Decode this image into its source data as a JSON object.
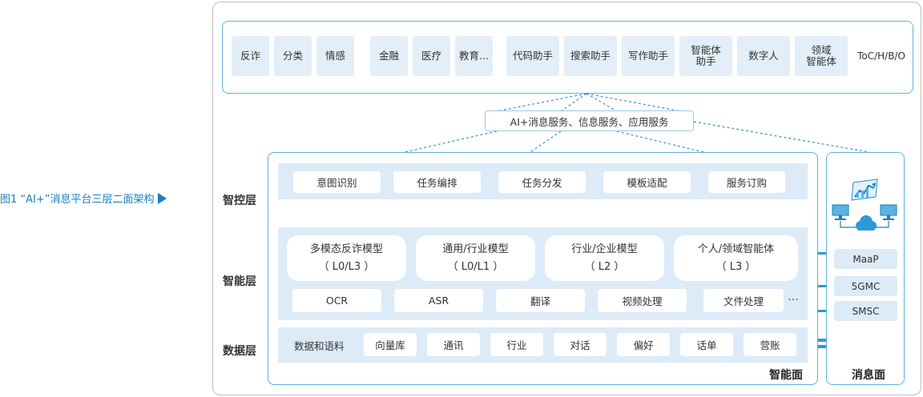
{
  "caption": "图1 “AI+”消息平台三层二面架构",
  "apps": {
    "group1": [
      "反诈",
      "分类",
      "情感"
    ],
    "group2": [
      "金融",
      "医疗",
      "教育..."
    ],
    "group3": [
      "代码助手",
      "搜索助手",
      "写作助手",
      "智能体\n助手",
      "数字人",
      "领域\n智能体"
    ],
    "audience": "ToC/H/B/O"
  },
  "services": "AI+消息服务、信息服务、应用服务",
  "layers": {
    "control": "智控层",
    "intelligence": "智能层",
    "data": "数据层"
  },
  "control_items": [
    "意图识别",
    "任务编排",
    "任务分发",
    "模板适配",
    "服务订购"
  ],
  "models": [
    {
      "name": "多模态反诈模型",
      "level": "（ L0/L3 ）"
    },
    {
      "name": "通用/行业模型",
      "level": "（ L0/L1 ）"
    },
    {
      "name": "行业/企业模型",
      "level": "（ L2 ）"
    },
    {
      "name": "个人/领域智能体",
      "level": "（ L3 ）"
    }
  ],
  "capabilities": [
    "OCR",
    "ASR",
    "翻译",
    "视频处理",
    "文件处理"
  ],
  "ellipsis": "…",
  "data_label": "数据和语料",
  "data_items": [
    "向量库",
    "通讯",
    "行业",
    "对话",
    "偏好",
    "话单",
    "营账"
  ],
  "msg_items": [
    "MaaP",
    "5GMC",
    "SMSC"
  ],
  "faces": {
    "smart": "智能面",
    "message": "消息面"
  },
  "colors": {
    "accent": "#1a7fc1",
    "arrow": "#2e9ad6",
    "chip": "#e3eef8",
    "band": "#dcebf7",
    "border": "#5fb3df"
  }
}
